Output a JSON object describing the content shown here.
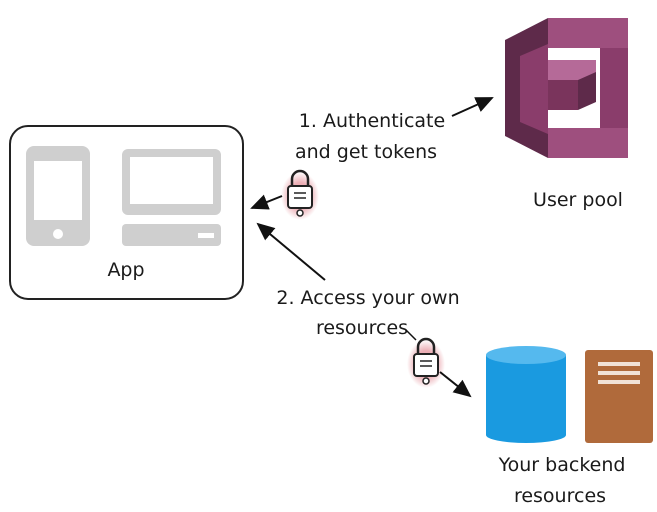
{
  "diagram": {
    "app_label": "App",
    "user_pool_label": "User pool",
    "step1_line1": "1. Authenticate",
    "step1_line2": "and get tokens",
    "step2_line1": "2. Access your own",
    "step2_line2": "resources",
    "backend_line1": "Your backend",
    "backend_line2": "resources"
  },
  "colors": {
    "user_pool_purple": "#8a3d6b",
    "user_pool_dark": "#5e2a4a",
    "device_gray": "#cfcfcf",
    "database_blue": "#1a9ae0",
    "server_brown": "#b06a3b",
    "lock_glow": "#e8a0a8"
  },
  "icons": [
    "phone-icon",
    "monitor-icon",
    "user-pool-icon",
    "lock-icon",
    "database-icon",
    "server-icon"
  ]
}
